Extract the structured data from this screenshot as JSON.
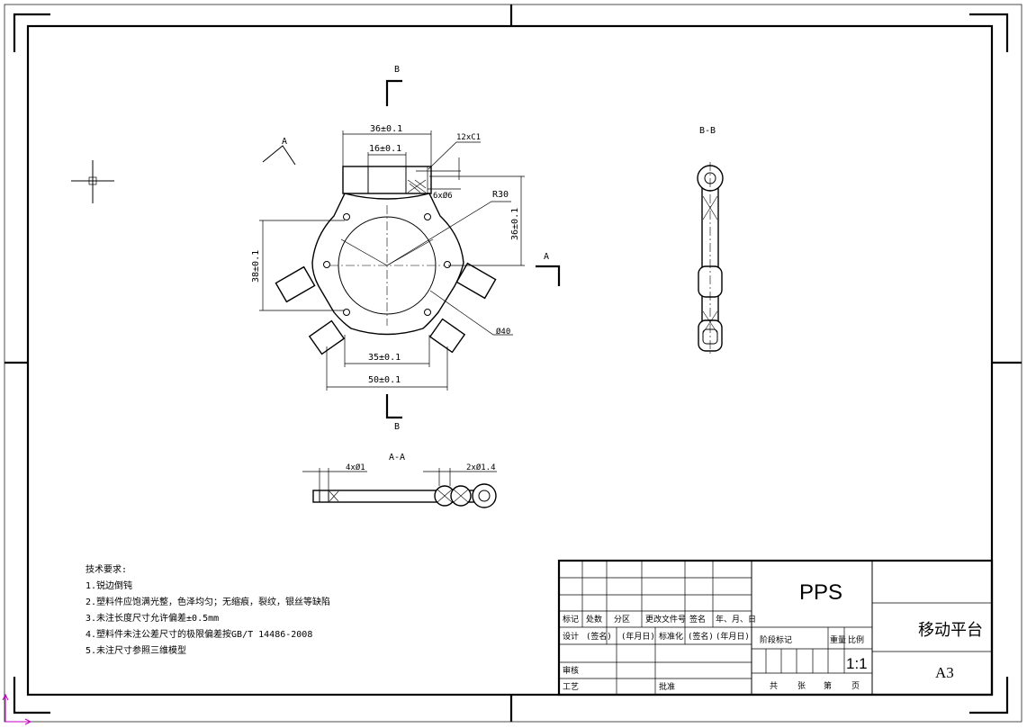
{
  "section_labels": {
    "b_top": "B",
    "b_bottom": "B",
    "a_left": "A",
    "a_right": "A",
    "view_bb": "B-B",
    "view_aa": "A-A"
  },
  "dimensions": {
    "top_outer": "36±0.1",
    "top_inner": "16±0.1",
    "chamfer": "12xC1",
    "hole_dia": "6xØ6",
    "radius": "R30",
    "right_vertical": "36±0.1",
    "left_vertical": "38±0.1",
    "center_dia": "Ø40",
    "bottom_inner": "35±0.1",
    "bottom_outer": "50±0.1",
    "aa_left": "4xØ1",
    "aa_right": "2xØ1.4"
  },
  "notes": {
    "title": "技术要求:",
    "items": [
      "1.锐边倒钝",
      "2.塑料件应饱满光整，色泽均匀；无缩痕，裂纹，银丝等缺陷",
      "3.未注长度尺寸允许偏差±0.5mm",
      "4.塑料件未注公差尺寸的极限偏差按GB/T 14486-2008",
      "5.未注尺寸参照三维模型"
    ]
  },
  "title_block": {
    "material": "PPS",
    "part_name": "移动平台",
    "scale": "1:1",
    "sheet_size": "A3",
    "rev_headers": [
      "标记",
      "处数",
      "分区",
      "更改文件号",
      "签名",
      "年、月、日"
    ],
    "design_row": [
      "设计",
      "(签名)",
      "(年月日)",
      "标准化",
      "(签名)",
      "(年月日)"
    ],
    "review": "审核",
    "process": "工艺",
    "approve": "批准",
    "stage_headers": [
      "阶段标记",
      "重量",
      "比例"
    ],
    "sheet_row": [
      "共",
      "张",
      "第",
      "页"
    ]
  }
}
